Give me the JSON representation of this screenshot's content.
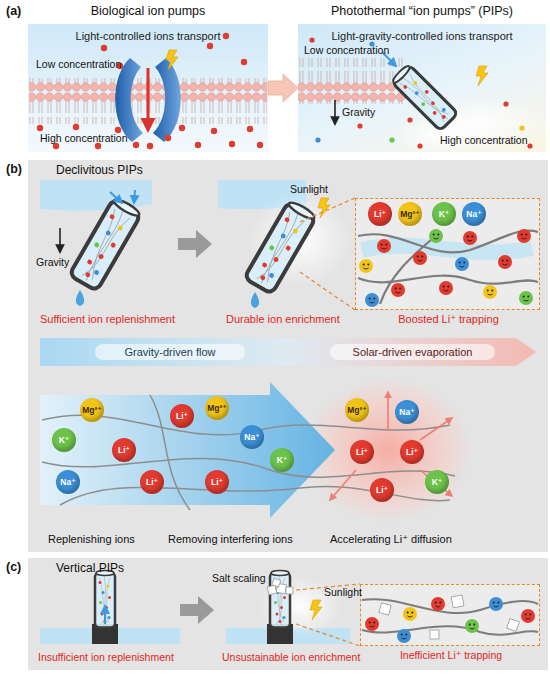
{
  "diagram": {
    "nodes": [
      {
        "text": [
          "Biological ion pumps",
          "Light-controlled ions transport"
        ]
      },
      {
        "text": [
          "Photothermal “ion pumps” (PIPs)",
          "Light-gravity-controlled ions transport"
        ]
      },
      {
        "text": [
          "Declivitous PIPs"
        ]
      },
      {
        "text": [
          "Boosted Li⁺ trapping"
        ],
        "in": 2
      },
      {
        "text": [
          "Gravity-driven flow",
          "Solar-driven evaporation"
        ],
        "in": 2
      },
      {
        "text": [
          "Vertical PIPs"
        ]
      },
      {
        "text": [
          "Inefficient Li⁺ trapping"
        ],
        "in": 5
      }
    ],
    "edges": [
      {
        "from": 0,
        "to": 1,
        "arrow": "to"
      }
    ],
    "labels": [
      "(a)",
      "Low concentration",
      "High concentration",
      "Low concentration",
      "Gravity",
      "High concentration",
      "(b)",
      "Gravity",
      "Sunlight",
      "Sufficient ion replenishment",
      "Durable ion enrichment",
      "Li⁺",
      "Mg²⁺",
      "K⁺",
      "Na⁺",
      "Replenishing ions",
      "Removing interfering ions",
      "Accelerating Li⁺ diffusion",
      "Mg²⁺",
      "K⁺",
      "Li⁺",
      "Na⁺",
      "Li⁺",
      "Li⁺",
      "Mg²⁺",
      "Na⁺",
      "K⁺",
      "Li⁺",
      "Mg²⁺",
      "Na⁺",
      "Li⁺",
      "Li⁺",
      "K⁺",
      "Li⁺",
      "(c)",
      "Salt scaling",
      "Sunlight",
      "Insufficient ion replenishment",
      "Unsustainable ion enrichment"
    ]
  }
}
